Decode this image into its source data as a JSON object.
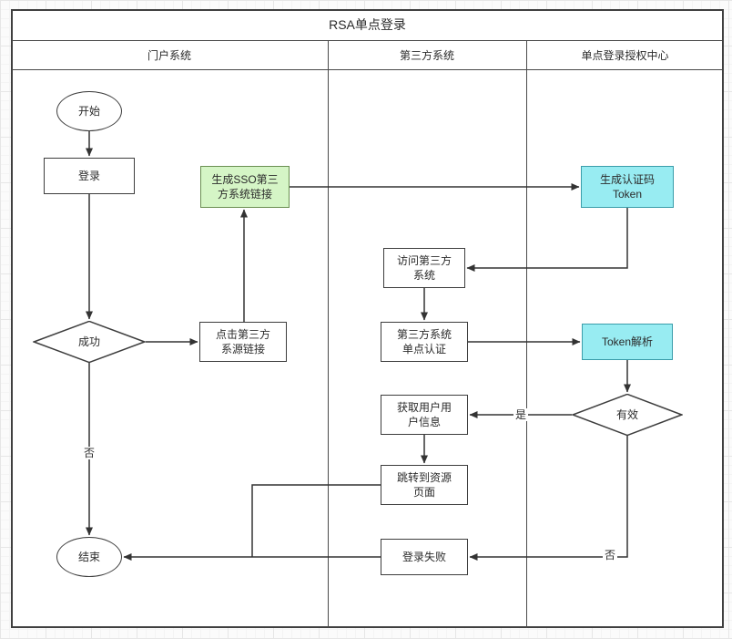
{
  "diagram": {
    "title": "RSA单点登录",
    "lanes": [
      "门户系统",
      "第三方系统",
      "单点登录授权中心"
    ],
    "nodes": {
      "start": "开始",
      "login": "登录",
      "gen_sso_link": "生成SSO第三\n方系统链接",
      "gen_token": "生成认证码\nToken",
      "visit_third": "访问第三方\n系统",
      "success": "成功",
      "click_link": "点击第三方\n系源链接",
      "third_auth": "第三方系统\n单点认证",
      "token_parse": "Token解析",
      "get_user": "获取用户用\n户信息",
      "valid": "有效",
      "jump_resource": "跳转到资源\n页面",
      "login_fail": "登录失败",
      "end": "结束"
    },
    "edge_labels": {
      "success_no": "否",
      "valid_yes": "是",
      "valid_no": "否"
    },
    "colors": {
      "green_fill": "#d5f5c6",
      "green_border": "#6b8f52",
      "cyan_fill": "#98ecf2",
      "cyan_border": "#3a9daa",
      "line_color": "#333333",
      "grid_major": "#e6e6e6",
      "grid_minor": "#f4f4f4"
    }
  }
}
